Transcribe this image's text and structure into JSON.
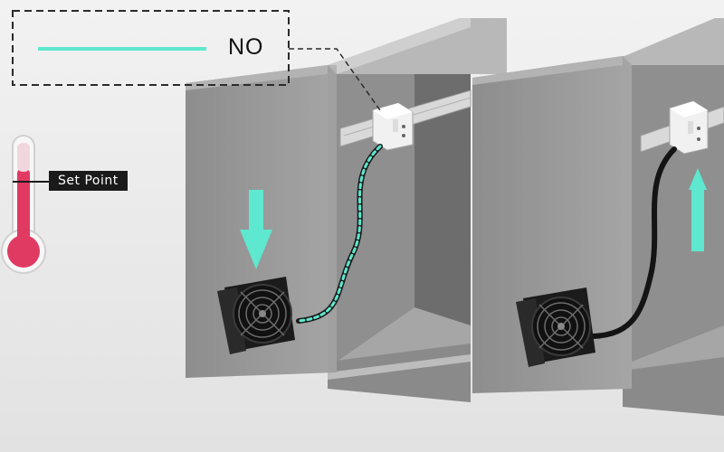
{
  "legend": {
    "line_color": "#5ee8cf",
    "state_text": "NO",
    "border_style": "dashed"
  },
  "thermometer": {
    "label": "Set Point",
    "fill_color": "#e03a63",
    "set_level_fraction": 0.72
  },
  "panels": [
    {
      "id": "left",
      "airflow_direction": "down",
      "cable_style": "dashed-green-energized",
      "arrow_color": "#5ee8cf"
    },
    {
      "id": "right",
      "airflow_direction": "up",
      "cable_style": "solid-black",
      "arrow_color": "#5ee8cf"
    }
  ],
  "colors": {
    "background": "#ececec",
    "cabinet_outer": "#9a9a9a",
    "cabinet_inner": "#8a8a8a",
    "fan_body": "#1b1b1b",
    "accent": "#5ee8cf"
  }
}
